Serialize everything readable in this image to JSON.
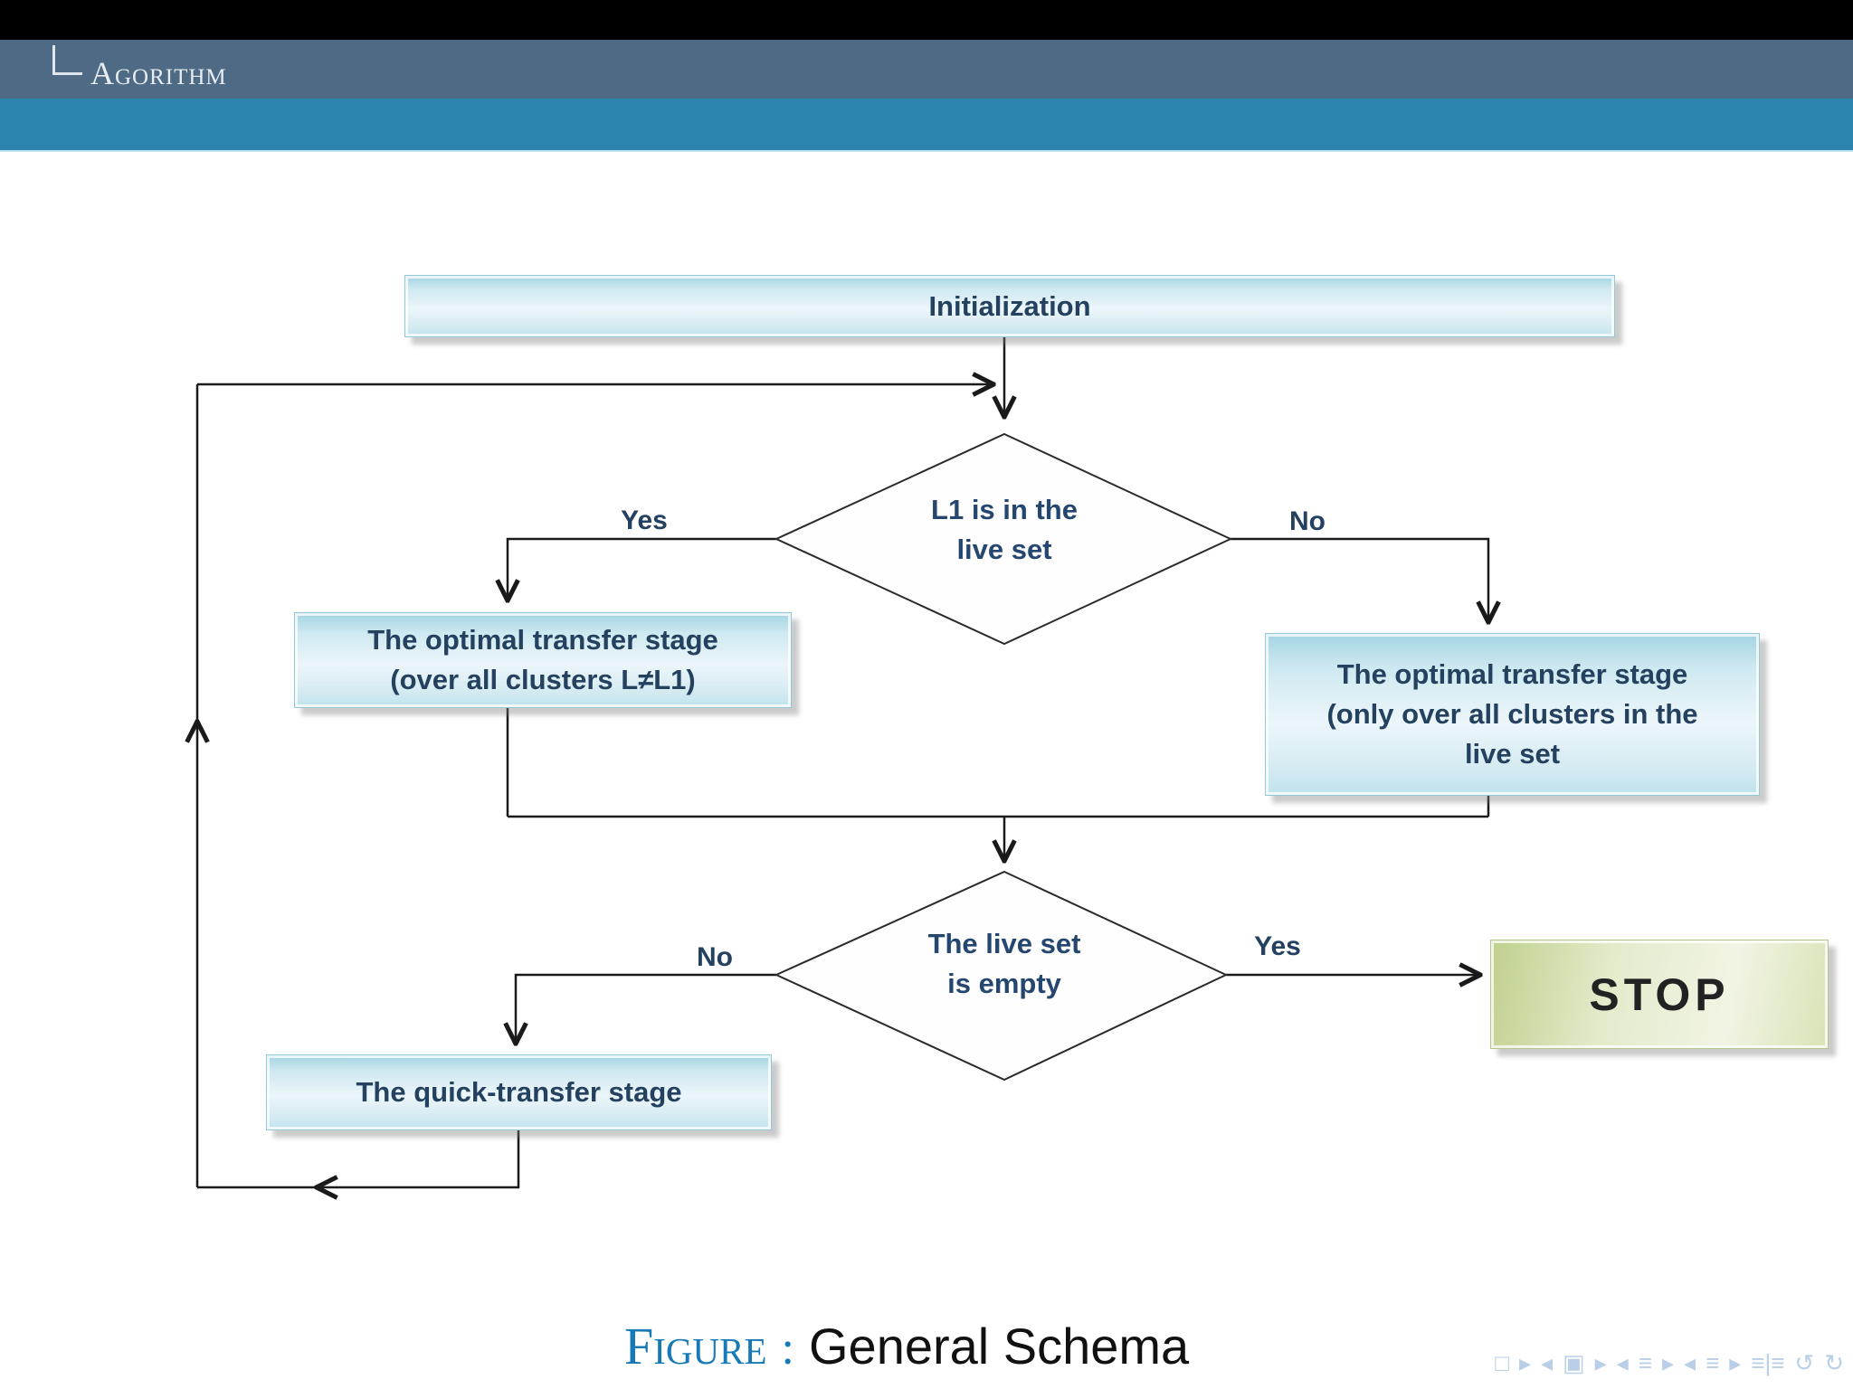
{
  "header": {
    "section_title": "Agorithm"
  },
  "flowchart": {
    "init_label": "Initialization",
    "decision1": {
      "line1": "L1 is in the",
      "line2": "live set"
    },
    "branch1": {
      "yes": "Yes",
      "no": "No"
    },
    "optimal_left": {
      "line1": "The optimal transfer stage",
      "line2": "(over all clusters L≠L1)"
    },
    "optimal_right": {
      "line1": "The optimal transfer stage",
      "line2": "(only over all clusters in the",
      "line3": "live set"
    },
    "decision2": {
      "line1": "The live set",
      "line2": "is empty"
    },
    "branch2": {
      "no": "No",
      "yes": "Yes"
    },
    "quick_label": "The quick-transfer stage",
    "stop_label": "STOP"
  },
  "caption": {
    "figure_label": "Figure",
    "separator": ":",
    "title": "General Schema"
  },
  "nav": {
    "symbols": [
      "□",
      "▸",
      "◂",
      "▣",
      "▸",
      "◂",
      "≡",
      "▸",
      "◂",
      "≡",
      "▸",
      "≡|≡",
      "↺",
      "↻"
    ]
  },
  "colors": {
    "header_slate": "#4e6a84",
    "header_blue": "#2b84ae",
    "caption_blue": "#1779b5",
    "box_blue": "#cfe9f1",
    "box_green": "#dce6b8",
    "diagram_text": "#24415f",
    "line": "#1a1a1a"
  }
}
